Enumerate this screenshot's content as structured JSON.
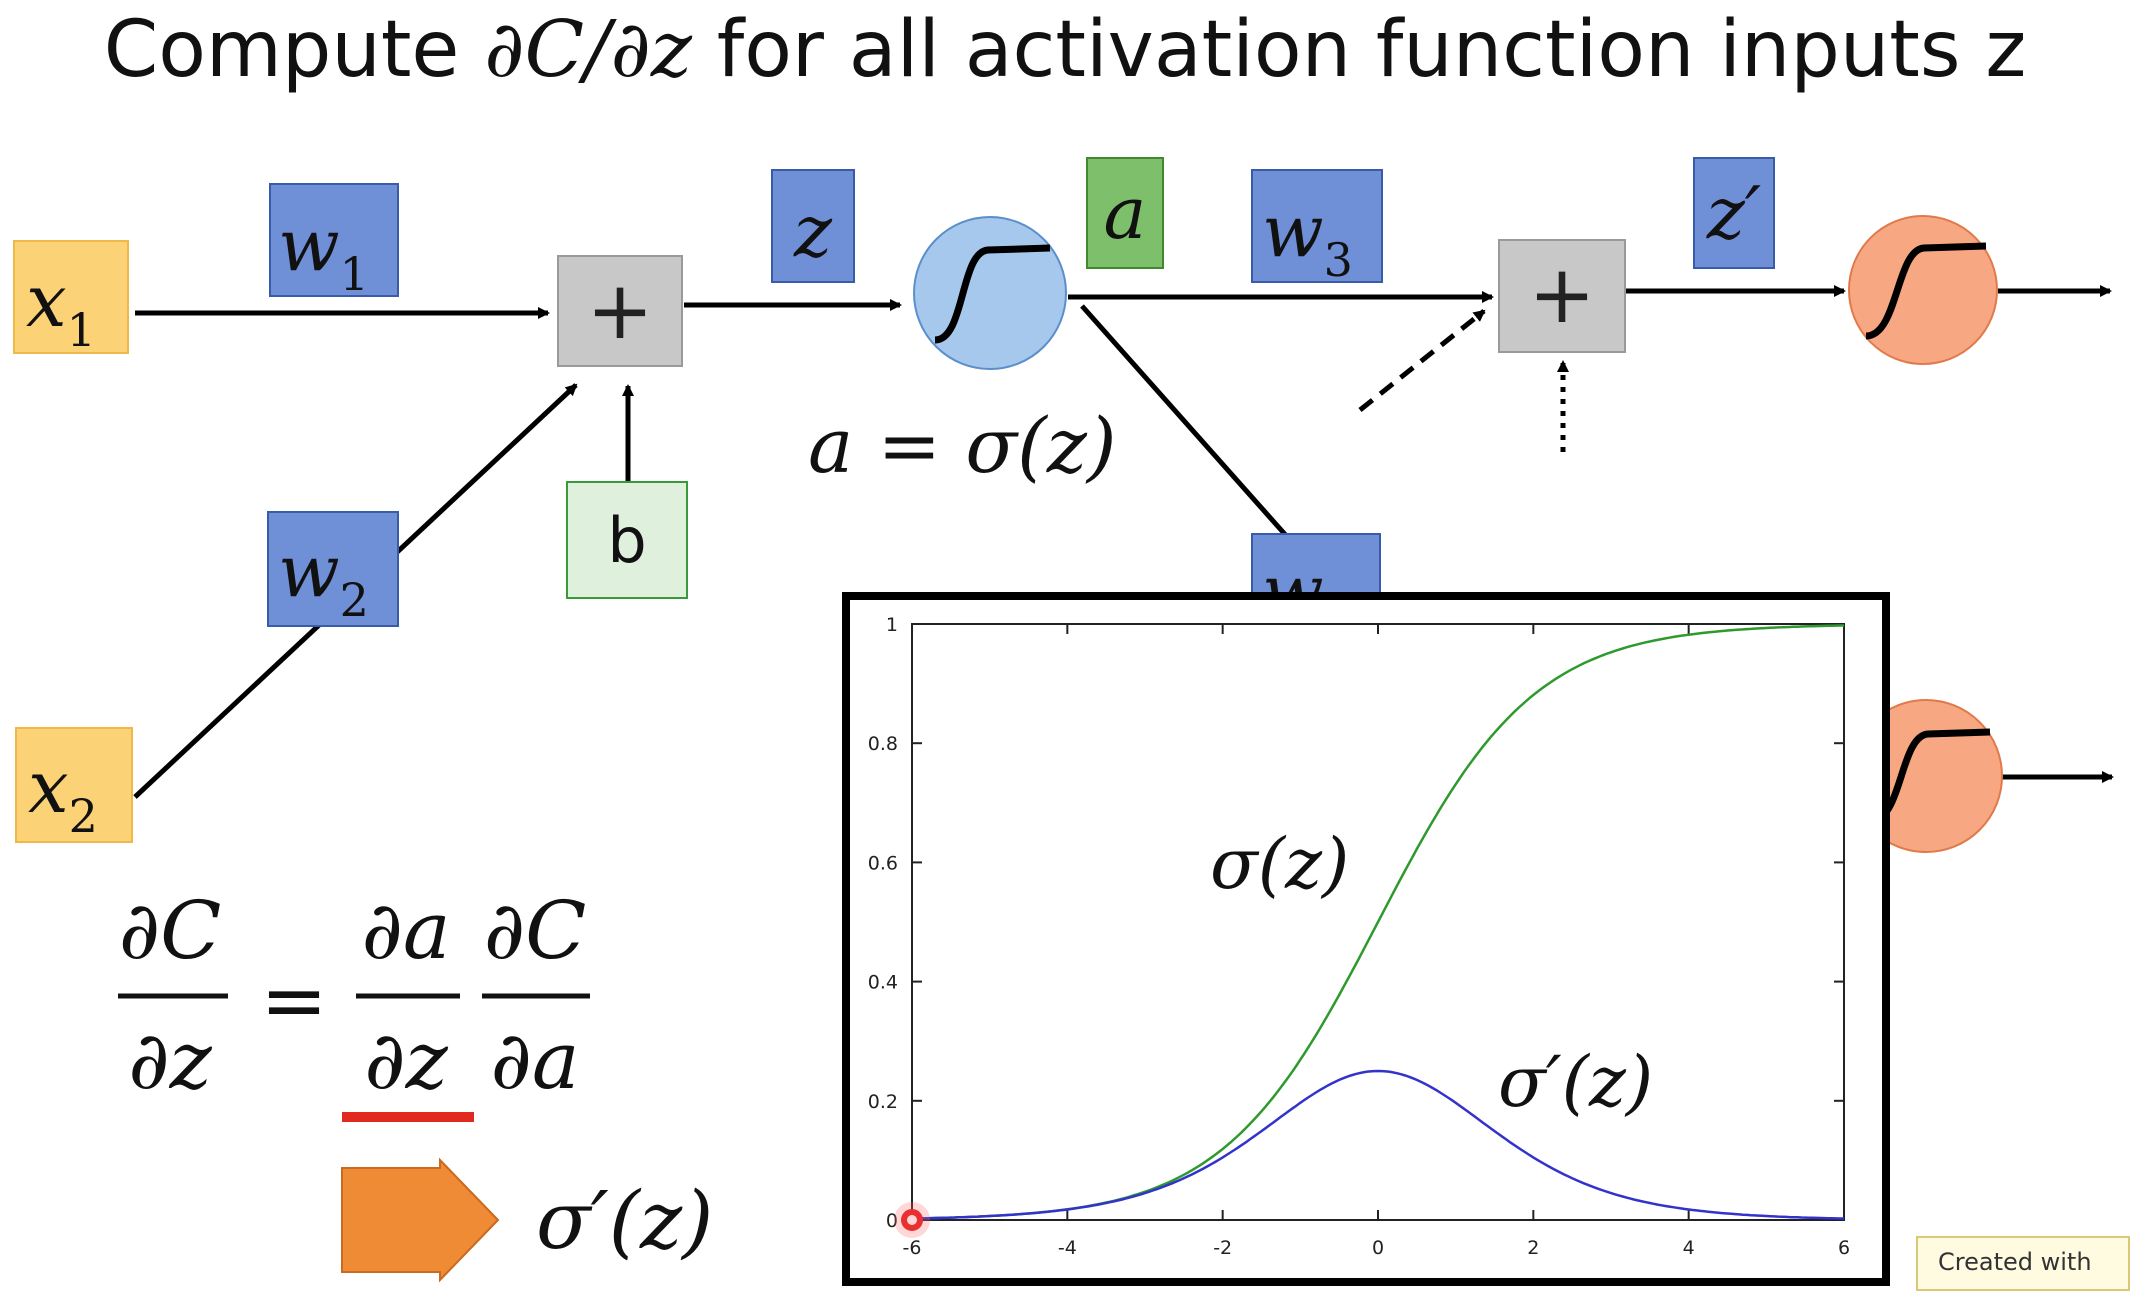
{
  "title": {
    "prefix": "Compute ",
    "expr": "∂C/∂z",
    "suffix": " for all activation function inputs z"
  },
  "nodes": {
    "x1": "x",
    "x1_sub": "1",
    "x2": "x",
    "x2_sub": "2",
    "w1": "w",
    "w1_sub": "1",
    "w2": "w",
    "w2_sub": "2",
    "w3": "w",
    "w3_sub": "3",
    "w4": "w",
    "b": "b",
    "z": "z",
    "a": "a",
    "zprime": "z′",
    "plus": "+"
  },
  "equations": {
    "a_sigma": "a = σ(z)",
    "lhs_num": "∂C",
    "lhs_den": "∂z",
    "eq": "=",
    "r1_num": "∂a",
    "r1_den": "∂z",
    "r2_num": "∂C",
    "r2_den": "∂a",
    "arrow_result": "σ′(z)"
  },
  "chart_data": {
    "type": "line",
    "x_ticks": [
      "-6",
      "-4",
      "-2",
      "0",
      "2",
      "4",
      "6"
    ],
    "y_ticks": [
      "0",
      "0.2",
      "0.4",
      "0.6",
      "0.8",
      "1"
    ],
    "xlim": [
      -6,
      6
    ],
    "ylim": [
      0,
      1
    ],
    "series": [
      {
        "name": "σ(z)",
        "function": "sigmoid",
        "color": "#2e9a2e",
        "x": [
          -6,
          -5,
          -4,
          -3,
          -2,
          -1,
          0,
          1,
          2,
          3,
          4,
          5,
          6
        ],
        "y": [
          0.0025,
          0.0067,
          0.018,
          0.047,
          0.119,
          0.269,
          0.5,
          0.731,
          0.881,
          0.953,
          0.982,
          0.993,
          0.9975
        ]
      },
      {
        "name": "σ′(z)",
        "function": "sigmoid_derivative",
        "color": "#3333cc",
        "x": [
          -6,
          -5,
          -4,
          -3,
          -2,
          -1,
          0,
          1,
          2,
          3,
          4,
          5,
          6
        ],
        "y": [
          0.0025,
          0.0066,
          0.0177,
          0.0452,
          0.105,
          0.197,
          0.25,
          0.197,
          0.105,
          0.0452,
          0.0177,
          0.0066,
          0.0025
        ]
      }
    ],
    "marker": {
      "x": -6,
      "y": 0,
      "color": "#e02020"
    }
  },
  "watermark": "Created with",
  "colors": {
    "input_box": "#fcd277",
    "weight_box": "#6f8fd6",
    "bias_box": "#dff0dc",
    "a_box": "#7dbf6a",
    "sum_box": "#c8c8c8",
    "neuron_blue": "#a6c8ec",
    "neuron_orange": "#f7a882",
    "arrow_orange": "#ef8a35",
    "underline_red": "#e02a1f"
  }
}
